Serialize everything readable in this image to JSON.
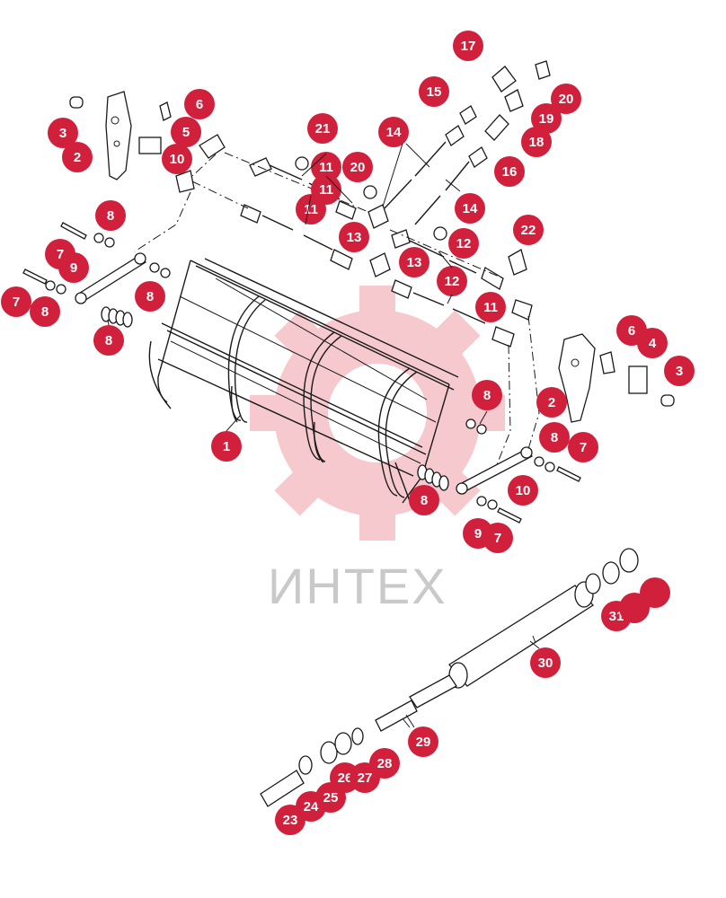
{
  "watermark": {
    "text": "ИНТЕХ",
    "gear_color": "#f6c4c9",
    "text_color": "#c9c9c9"
  },
  "callout_color": "#d1203c",
  "callouts": [
    {
      "label": "1"
    },
    {
      "label": "2"
    },
    {
      "label": "2"
    },
    {
      "label": "3"
    },
    {
      "label": "3"
    },
    {
      "label": "4"
    },
    {
      "label": "5"
    },
    {
      "label": "6"
    },
    {
      "label": "6"
    },
    {
      "label": "7"
    },
    {
      "label": "7"
    },
    {
      "label": "7"
    },
    {
      "label": "7"
    },
    {
      "label": "8"
    },
    {
      "label": "8"
    },
    {
      "label": "8"
    },
    {
      "label": "8"
    },
    {
      "label": "8"
    },
    {
      "label": "8"
    },
    {
      "label": "8"
    },
    {
      "label": "9"
    },
    {
      "label": "9"
    },
    {
      "label": "10"
    },
    {
      "label": "10"
    },
    {
      "label": "11"
    },
    {
      "label": "11"
    },
    {
      "label": "11"
    },
    {
      "label": "11"
    },
    {
      "label": "12"
    },
    {
      "label": "12"
    },
    {
      "label": "13"
    },
    {
      "label": "13"
    },
    {
      "label": "14"
    },
    {
      "label": "14"
    },
    {
      "label": "15"
    },
    {
      "label": "16"
    },
    {
      "label": "17"
    },
    {
      "label": "18"
    },
    {
      "label": "19"
    },
    {
      "label": "20"
    },
    {
      "label": "20"
    },
    {
      "label": "21"
    },
    {
      "label": "22"
    },
    {
      "label": "23"
    },
    {
      "label": "24"
    },
    {
      "label": "25"
    },
    {
      "label": "26"
    },
    {
      "label": "27"
    },
    {
      "label": "28"
    },
    {
      "label": "29"
    },
    {
      "label": "30"
    },
    {
      "label": "31"
    }
  ]
}
